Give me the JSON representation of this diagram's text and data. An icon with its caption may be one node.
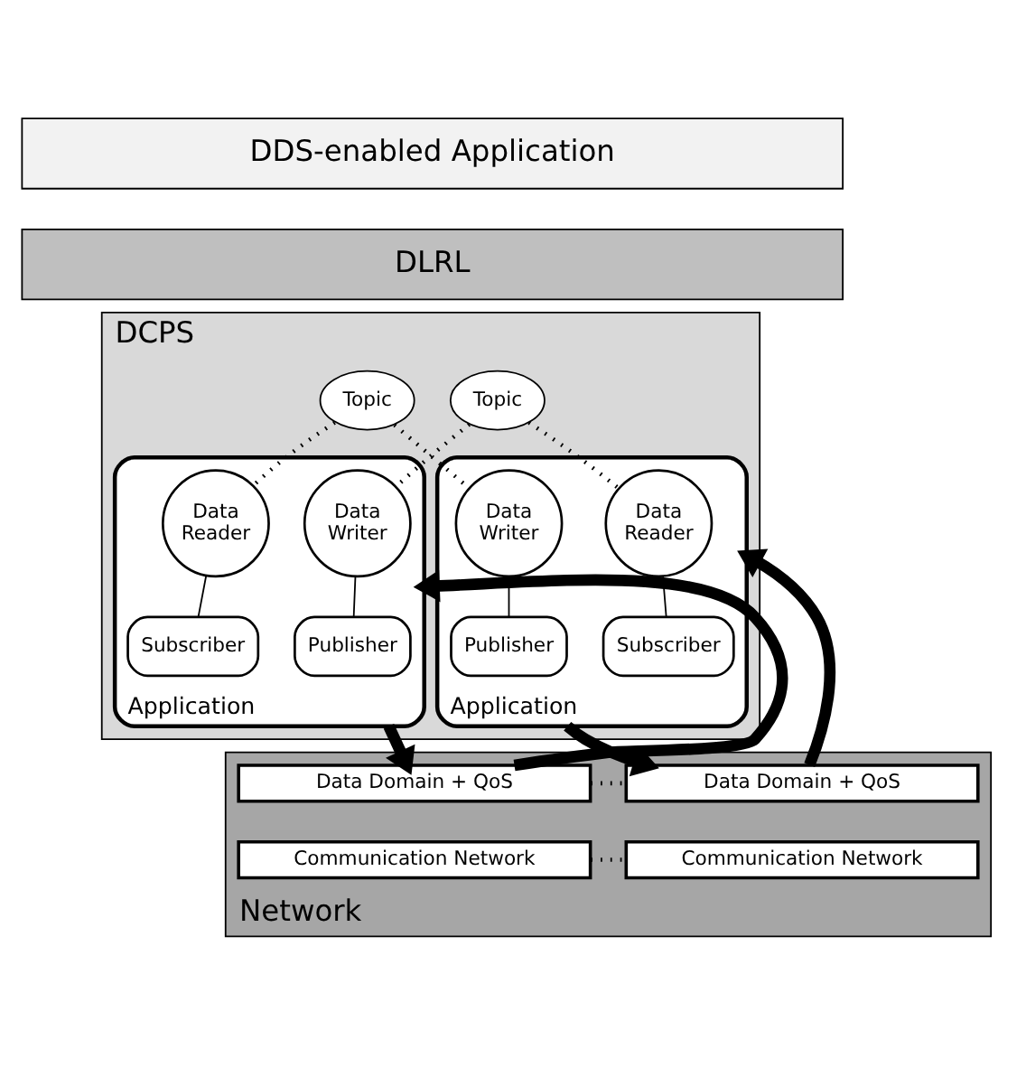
{
  "diagram": {
    "nodes": [
      {
        "text": [
          "DDS-enabled Application"
        ]
      },
      {
        "text": [
          "DLRL"
        ]
      },
      {
        "text": [
          "DCPS"
        ]
      },
      {
        "text": [
          "Topic"
        ],
        "in": 2
      },
      {
        "text": [
          "Topic"
        ],
        "in": 2
      },
      {
        "text": [
          "Application"
        ],
        "in": 2
      },
      {
        "text": [
          "Data Reader"
        ],
        "in": 5
      },
      {
        "text": [
          "Data Writer"
        ],
        "in": 5
      },
      {
        "text": [
          "Subscriber"
        ],
        "in": 5
      },
      {
        "text": [
          "Publisher"
        ],
        "in": 5
      },
      {
        "text": [
          "Application"
        ],
        "in": 2
      },
      {
        "text": [
          "Data Reader"
        ],
        "in": 10
      },
      {
        "text": [
          "Data Writer"
        ],
        "in": 10
      },
      {
        "text": [
          "Subscriber"
        ],
        "in": 10
      },
      {
        "text": [
          "Publisher"
        ],
        "in": 10
      },
      {
        "text": [
          "Network"
        ]
      },
      {
        "text": [
          "Data Domain + QoS"
        ],
        "in": 15
      },
      {
        "text": [
          "Communication Network"
        ],
        "in": 15
      },
      {
        "text": [
          "Data Domain + QoS"
        ],
        "in": 15
      },
      {
        "text": [
          "Communication Network"
        ],
        "in": 15
      }
    ],
    "edges": [
      {
        "from": 4,
        "to": 6,
        "arrow": "none",
        "style": "dashed"
      },
      {
        "from": 3,
        "to": 7,
        "arrow": "none",
        "style": "dashed"
      },
      {
        "from": 3,
        "to": 11,
        "arrow": "none",
        "style": "dashed"
      },
      {
        "from": 4,
        "to": 12,
        "arrow": "none",
        "style": "dashed"
      },
      {
        "from": 6,
        "to": 8,
        "arrow": "none"
      },
      {
        "from": 7,
        "to": 9,
        "arrow": "none"
      },
      {
        "from": 11,
        "to": 13,
        "arrow": "none"
      },
      {
        "from": 12,
        "to": 14,
        "arrow": "none"
      },
      {
        "from": 16,
        "to": 5,
        "arrow": "to",
        "style": "thick"
      },
      {
        "from": 5,
        "to": 16,
        "arrow": "to",
        "style": "thick"
      },
      {
        "from": 18,
        "to": 10,
        "arrow": "to",
        "style": "thick"
      },
      {
        "from": 10,
        "to": 18,
        "arrow": "to",
        "style": "thick"
      },
      {
        "from": 16,
        "to": 18,
        "arrow": "none",
        "style": "dashed"
      },
      {
        "from": 17,
        "to": 19,
        "arrow": "none",
        "style": "dashed"
      }
    ]
  }
}
